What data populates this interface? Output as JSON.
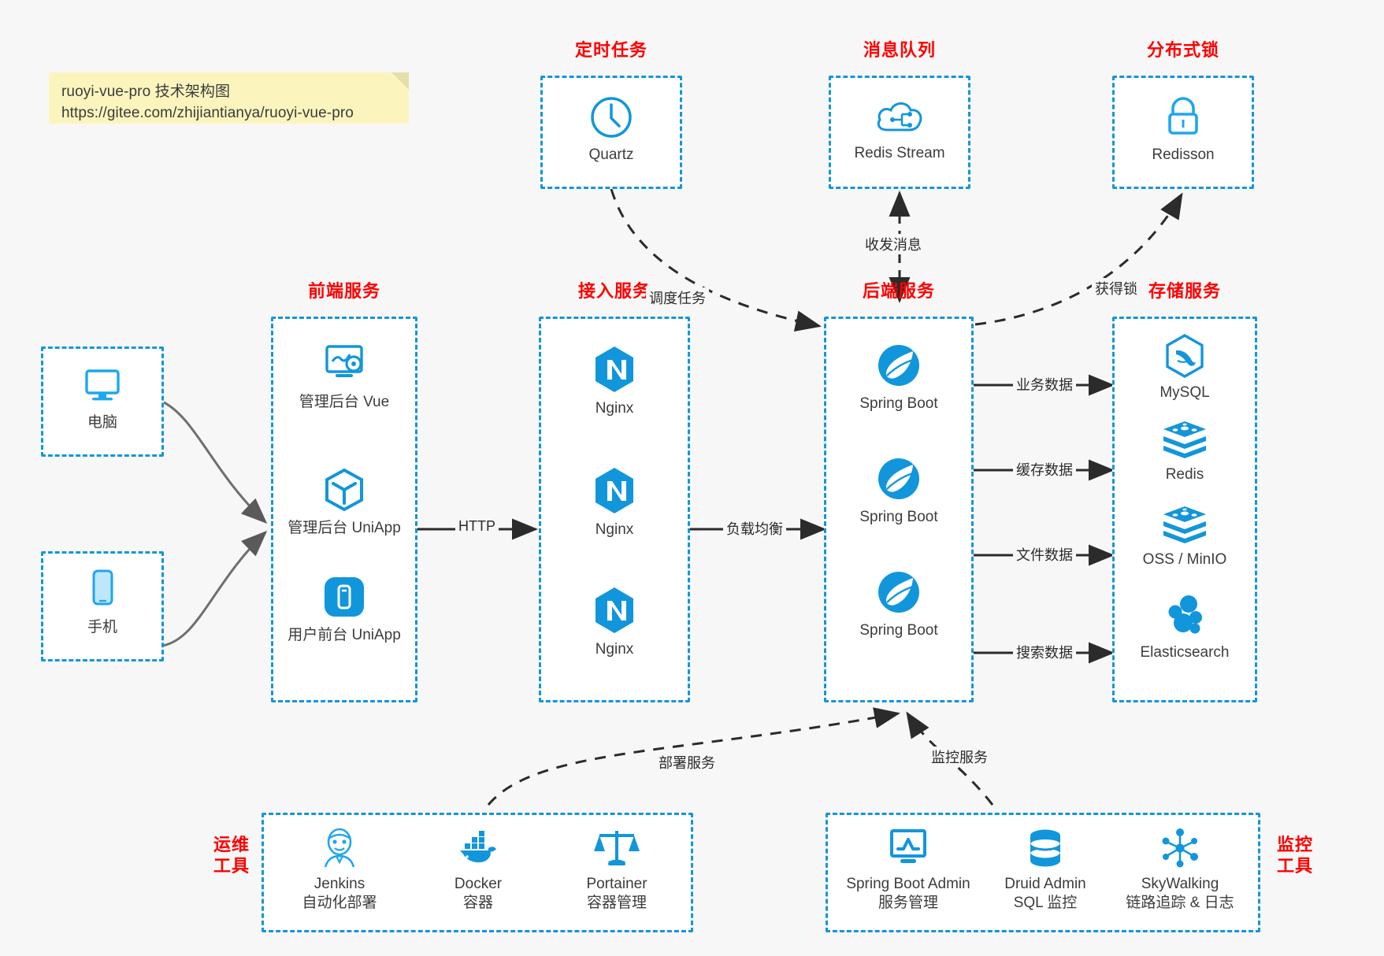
{
  "note": {
    "line1": "ruoyi-vue-pro 技术架构图",
    "line2": "https://gitee.com/zhijiantianya/ruoyi-vue-pro"
  },
  "colors": {
    "accent_blue": "#1296db",
    "label_red": "#ff0000",
    "background": "#f7f7f7",
    "box_fill": "#ffffff",
    "text": "#3c3c3c",
    "arrow": "#333333",
    "note_fill": "#fbf5bd"
  },
  "groups": {
    "scheduler": {
      "label": "定时任务",
      "nodes": [
        {
          "name": "Quartz",
          "icon": "clock-icon"
        }
      ]
    },
    "mq": {
      "label": "消息队列",
      "nodes": [
        {
          "name": "Redis Stream",
          "icon": "cloud-network-icon"
        }
      ]
    },
    "lock": {
      "label": "分布式锁",
      "nodes": [
        {
          "name": "Redisson",
          "icon": "lock-icon"
        }
      ]
    },
    "client_pc": {
      "label": "",
      "nodes": [
        {
          "name": "电脑",
          "icon": "monitor-icon"
        }
      ]
    },
    "client_mobile": {
      "label": "",
      "nodes": [
        {
          "name": "手机",
          "icon": "phone-icon"
        }
      ]
    },
    "frontend": {
      "label": "前端服务",
      "nodes": [
        {
          "name": "管理后台 Vue",
          "icon": "dashboard-gear-icon"
        },
        {
          "name": "管理后台 UniApp",
          "icon": "uniapp-cube-icon"
        },
        {
          "name": "用户前台 UniApp",
          "icon": "mobile-app-icon"
        }
      ]
    },
    "gateway": {
      "label": "接入服务",
      "nodes": [
        {
          "name": "Nginx",
          "icon": "nginx-icon"
        },
        {
          "name": "Nginx",
          "icon": "nginx-icon"
        },
        {
          "name": "Nginx",
          "icon": "nginx-icon"
        }
      ]
    },
    "backend": {
      "label": "后端服务",
      "nodes": [
        {
          "name": "Spring Boot",
          "icon": "spring-leaf-icon"
        },
        {
          "name": "Spring Boot",
          "icon": "spring-leaf-icon"
        },
        {
          "name": "Spring Boot",
          "icon": "spring-leaf-icon"
        }
      ]
    },
    "storage": {
      "label": "存储服务",
      "nodes": [
        {
          "name": "MySQL",
          "icon": "mysql-dolphin-icon"
        },
        {
          "name": "Redis",
          "icon": "redis-stack-icon"
        },
        {
          "name": "OSS / MinIO",
          "icon": "redis-stack-icon"
        },
        {
          "name": "Elasticsearch",
          "icon": "elasticsearch-cluster-icon"
        }
      ]
    },
    "devops": {
      "label": "运维\n工具",
      "label_line1": "运维",
      "label_line2": "工具",
      "nodes": [
        {
          "name": "Jenkins",
          "sub": "自动化部署",
          "icon": "jenkins-butler-icon"
        },
        {
          "name": "Docker",
          "sub": "容器",
          "icon": "docker-whale-icon"
        },
        {
          "name": "Portainer",
          "sub": "容器管理",
          "icon": "portainer-scales-icon"
        }
      ]
    },
    "monitor": {
      "label_line1": "监控",
      "label_line2": "工具",
      "nodes": [
        {
          "name": "Spring Boot Admin",
          "sub": "服务管理",
          "icon": "monitor-chart-icon"
        },
        {
          "name": "Druid Admin",
          "sub": "SQL 监控",
          "icon": "database-stack-icon"
        },
        {
          "name": "SkyWalking",
          "sub": "链路追踪 & 日志",
          "icon": "skywalking-nodes-icon"
        }
      ]
    }
  },
  "edges": [
    {
      "id": "http",
      "label": "HTTP",
      "from": "frontend",
      "to": "gateway"
    },
    {
      "id": "lb",
      "label": "负载均衡",
      "from": "gateway",
      "to": "backend"
    },
    {
      "id": "biz-data",
      "label": "业务数据",
      "from": "backend",
      "to": "MySQL"
    },
    {
      "id": "cache-data",
      "label": "缓存数据",
      "from": "backend",
      "to": "Redis"
    },
    {
      "id": "file-data",
      "label": "文件数据",
      "from": "backend",
      "to": "OSS / MinIO"
    },
    {
      "id": "search-data",
      "label": "搜索数据",
      "from": "backend",
      "to": "Elasticsearch"
    },
    {
      "id": "schedule",
      "label": "调度任务",
      "from": "Quartz",
      "to": "backend"
    },
    {
      "id": "messaging",
      "label": "收发消息",
      "from": "Redis Stream",
      "to": "backend"
    },
    {
      "id": "acquire-lock",
      "label": "获得锁",
      "from": "backend",
      "to": "Redisson"
    },
    {
      "id": "deploy",
      "label": "部署服务",
      "from": "devops",
      "to": "backend"
    },
    {
      "id": "observe",
      "label": "监控服务",
      "from": "monitor",
      "to": "backend"
    }
  ]
}
